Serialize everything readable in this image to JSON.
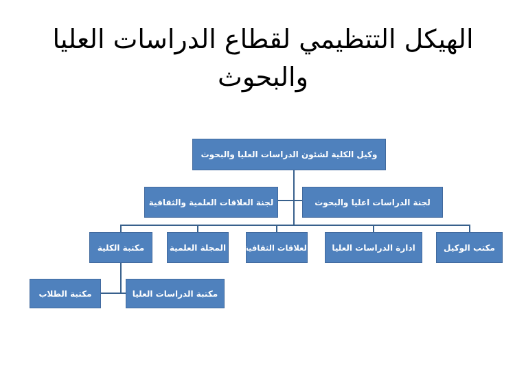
{
  "title": {
    "line1": "الهيكل التتظيمي لقطاع الدراسات العليا",
    "line2": "والبحوث"
  },
  "org_chart": {
    "root": {
      "label": "وكيل الكلية لشئون الدراسات العليا والبحوث"
    },
    "committees": [
      {
        "label": "لجنة العلاقات العلمية والثقافية"
      },
      {
        "label": "لجنة الدراسات اعليا والبحوث"
      }
    ],
    "departments": [
      {
        "label": "مكتبة الكلية"
      },
      {
        "label": "المجلة العلمية"
      },
      {
        "label": "العلاقات الثقافية"
      },
      {
        "label": "ادارة الدراسات العليا"
      },
      {
        "label": "مكتب الوكيل"
      }
    ],
    "libraries": [
      {
        "label": "مكتبة الطلاب"
      },
      {
        "label": "مكتبة الدراسات العليا"
      }
    ]
  },
  "colors": {
    "box_fill": "#4F81BD",
    "box_border": "#41699D",
    "connector": "#38608C",
    "box_text": "#FFFFFF",
    "title_text": "#000000",
    "background": "#FFFFFF"
  }
}
